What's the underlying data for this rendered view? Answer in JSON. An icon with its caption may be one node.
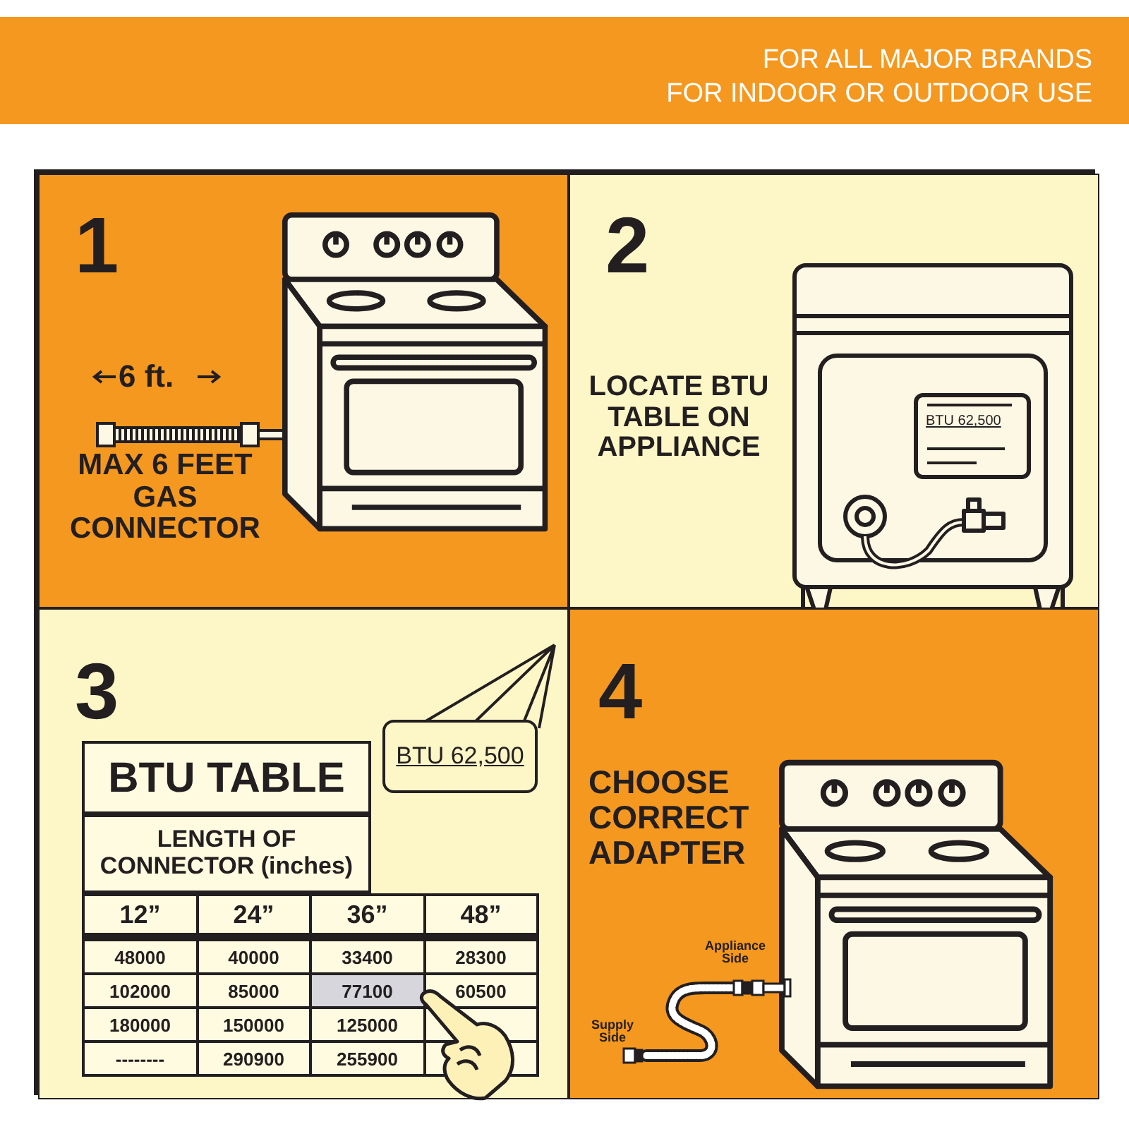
{
  "diagram": {
    "nodes": [
      {
        "text": [
          "1",
          "MAX 6 FEET GAS CONNECTOR"
        ]
      },
      {
        "text": [
          "2",
          "LOCATE BTU TABLE ON APPLIANCE"
        ]
      },
      {
        "text": [
          "3"
        ]
      },
      {
        "text": [
          "4",
          "CHOOSE CORRECT ADAPTER"
        ]
      },
      {
        "text": [
          "BTU 62,500"
        ],
        "in": 2
      }
    ],
    "labels": [
      "FOR ALL MAJOR BRANDS",
      "FOR INDOOR OR OUTDOOR USE",
      "6 ft.",
      "BTU 62,500",
      "BTU TABLE",
      "LENGTH OF CONNECTOR (inches)",
      "12”",
      "24”",
      "36”",
      "48”",
      "48000",
      "40000",
      "33400",
      "28300",
      "102000",
      "85000",
      "77100",
      "60500",
      "180000",
      "150000",
      "125000",
      "--------",
      "290900",
      "255900",
      "Appliance Side",
      "Supply Side"
    ]
  }
}
